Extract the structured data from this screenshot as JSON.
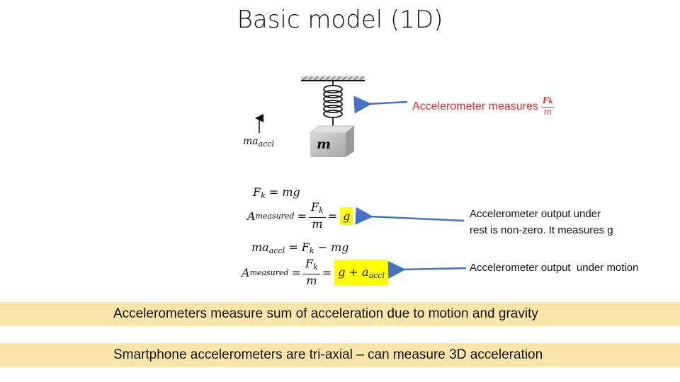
{
  "slide": {
    "title": "Basic model (1D)"
  },
  "diagram": {
    "mass_label": "m",
    "force_label_base": "ma",
    "force_label_sub": "accl",
    "accel_note_text": "Accelerometer measures",
    "accel_note_num": "F",
    "accel_note_num_sub": "k",
    "accel_note_den": "m"
  },
  "equations": {
    "eq1": {
      "lhs": "F",
      "lhs_sub": "k",
      "rhs": "= mg"
    },
    "eq2": {
      "lhs": "A",
      "lhs_sub": "measured",
      "eq": "=",
      "num": "F",
      "num_sub": "k",
      "den": "m",
      "eq2": "=",
      "highlight": "g"
    },
    "eq3": {
      "lhs": "ma",
      "lhs_sub": "accl",
      "rhs_a": "= F",
      "rhs_sub": "k",
      "rhs_b": "− mg"
    },
    "eq4": {
      "lhs": "A",
      "lhs_sub": "measured",
      "eq": "=",
      "num": "F",
      "num_sub": "k",
      "den": "m",
      "eq2": "=",
      "highlight_a": "g + a",
      "highlight_sub": "accl"
    }
  },
  "notes": {
    "rest_line1": "Accelerometer output under",
    "rest_line2": "rest is non-zero. It measures g",
    "motion": "Accelerometer output  under motion"
  },
  "bands": {
    "sum_text": "Accelerometers measure sum of acceleration due to motion and gravity",
    "triaxial_text": "Smartphone accelerometers are tri-axial – can measure 3D acceleration"
  },
  "colors": {
    "accent_red": "#e03030",
    "arrow_blue": "#4472c4",
    "highlight": "#ffff00",
    "band": "#fbe5a8"
  }
}
